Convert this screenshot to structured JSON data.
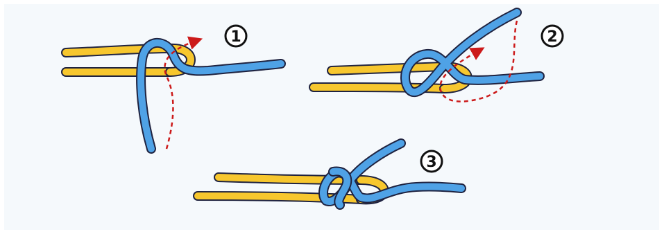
{
  "colors": {
    "background": "#f5f9fc",
    "yellow_rope": "#f7c72e",
    "yellow_outline": "#1f2340",
    "blue_rope": "#4fa2e6",
    "blue_outline": "#1f2340",
    "arrow": "#cc1a1a",
    "badge_outline": "#111111"
  },
  "steps": [
    {
      "number": "1"
    },
    {
      "number": "2"
    },
    {
      "number": "3"
    }
  ]
}
